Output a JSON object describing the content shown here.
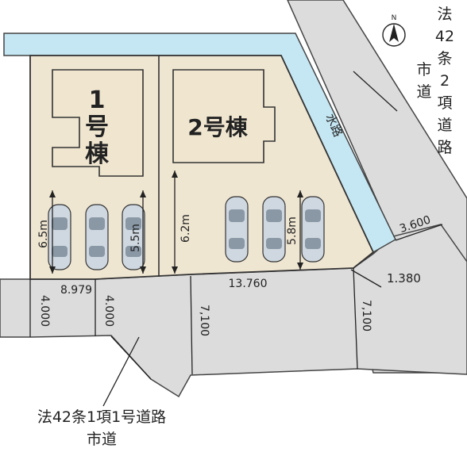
{
  "lots": {
    "lot1": {
      "line1": "1",
      "line2": "号",
      "line3": "棟"
    },
    "lot2": {
      "label": "2号棟"
    }
  },
  "waterway": {
    "label": "水路"
  },
  "roads": {
    "east": {
      "line1": "法",
      "line2": "42",
      "line3": "条",
      "line4": "2",
      "line5": "項",
      "line6": "道",
      "line7": "路",
      "sub1": "市",
      "sub2": "道"
    },
    "south": {
      "line1": "法42条1項1号道路",
      "line2": "市道"
    }
  },
  "dimensions": {
    "lot1_parking_depth": "6.5m",
    "lot1_parking_depth_2": "5.5m",
    "lot2_parking_depth": "6.2m",
    "lot2_parking_depth_2": "5.8m",
    "lot1_frontage": "8.979",
    "lot2_frontage": "13.760",
    "corner_cut": "1.380",
    "east_road_width": "3.600",
    "south_road_width_left": "4.000",
    "south_road_width_mid": "4.000",
    "south_road_width_right_a": "7,100",
    "south_road_width_right_b": "7,100"
  },
  "compass": {
    "label": "N"
  },
  "colors": {
    "lot_fill": "#efe6d2",
    "building_fill": "#f0e6d0",
    "road_fill": "#dcdcdc",
    "water_fill": "#c5e7f3",
    "line": "#333333",
    "car_body": "#cfd8e0"
  }
}
